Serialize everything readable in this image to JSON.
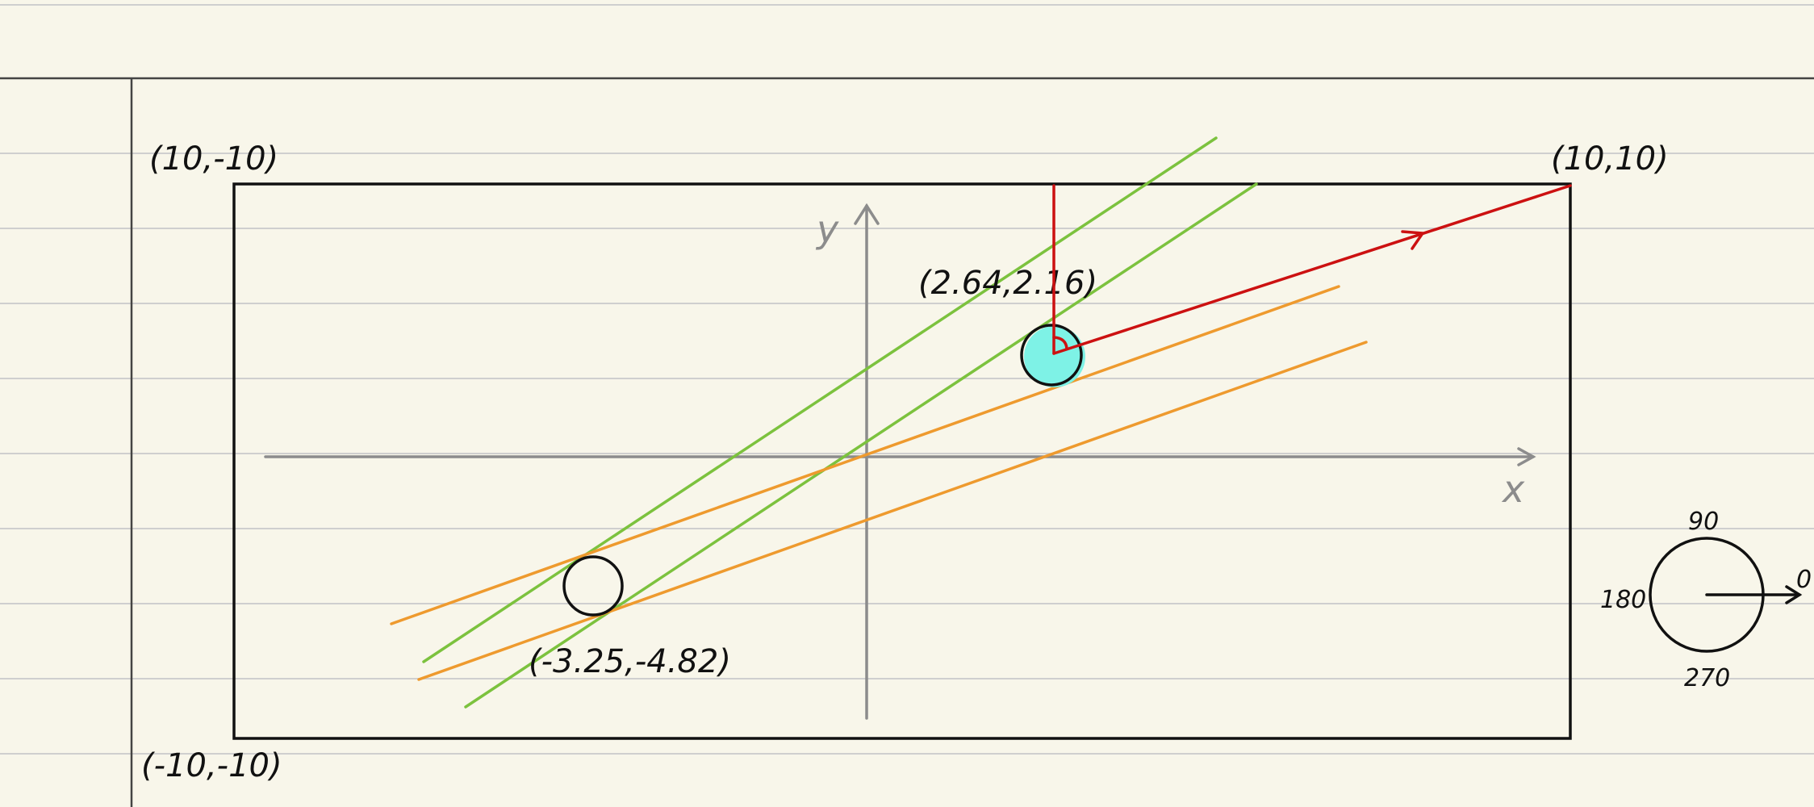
{
  "page": {
    "background": "#f8f6ea",
    "rule_color": "#cfcfcf",
    "margin_color": "#444444"
  },
  "diagram": {
    "corners": {
      "top_left": "(10,-10)",
      "top_right": "(10,10)",
      "bottom_left": "(-10,-10)"
    },
    "axes": {
      "x_label": "x",
      "y_label": "y",
      "color": "#8c8c8c"
    },
    "points": {
      "player": {
        "label": "(2.64,2.16)",
        "fill": "#7ef2e6"
      },
      "target": {
        "label": "(-3.25,-4.82)"
      }
    },
    "lines": {
      "green_color": "#7cc23e",
      "orange_color": "#ee9a2e",
      "red_color": "#cc1111"
    },
    "compass": {
      "top": "90",
      "left": "180",
      "right": "0",
      "bottom": "270"
    }
  }
}
